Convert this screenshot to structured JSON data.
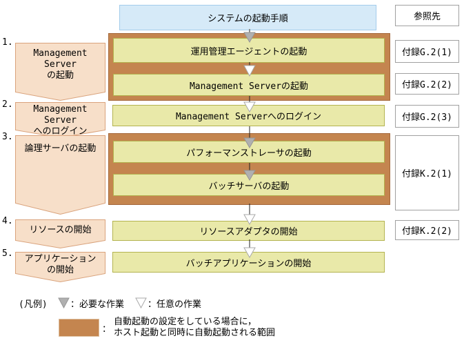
{
  "title": {
    "label": "システムの起動手順"
  },
  "reference": {
    "header": "参照先",
    "items": [
      "付録G.2(1)",
      "付録G.2(2)",
      "付録G.2(3)",
      "付録K.2(1)",
      "付録K.2(2)"
    ]
  },
  "steps": [
    {
      "number": "1.",
      "line1": "Management Server",
      "line2": "の起動"
    },
    {
      "number": "2.",
      "line1": "Management Server",
      "line2": "へのログイン"
    },
    {
      "number": "3.",
      "line1": "論理サーバの起動"
    },
    {
      "number": "4.",
      "line1": "リソースの開始"
    },
    {
      "number": "5.",
      "line1": "アプリケーション",
      "line2": "の開始"
    }
  ],
  "flow": {
    "boxes": [
      {
        "label": "運用管理エージェントの起動"
      },
      {
        "label": "Management Serverの起動"
      },
      {
        "label": "Management Serverへのログイン"
      },
      {
        "label": "パフォーマンストレーサの起動"
      },
      {
        "label": "バッチサーバの起動"
      },
      {
        "label": "リソースアダプタの開始"
      },
      {
        "label": "バッチアプリケーションの開始"
      }
    ]
  },
  "legend": {
    "title": "(凡例)",
    "required_label": "：必要な作業",
    "optional_label": "：任意の作業",
    "colon": "：",
    "auto_line1": "自動起動の設定をしている場合に，",
    "auto_line2": "ホスト起動と同時に自動起動される範囲"
  },
  "colors": {
    "title_fill": "#d6eaf8",
    "title_border": "#a3cceb",
    "auto_range_fill": "#c4854f",
    "auto_range_border": "#a5683c",
    "task_fill": "#e9e9a9",
    "task_border": "#b3b34f",
    "step_fill": "#f7dfc9",
    "step_border": "#d9a27b",
    "required_arrow": "#b0b0b0",
    "optional_arrow": "#ffffff"
  }
}
